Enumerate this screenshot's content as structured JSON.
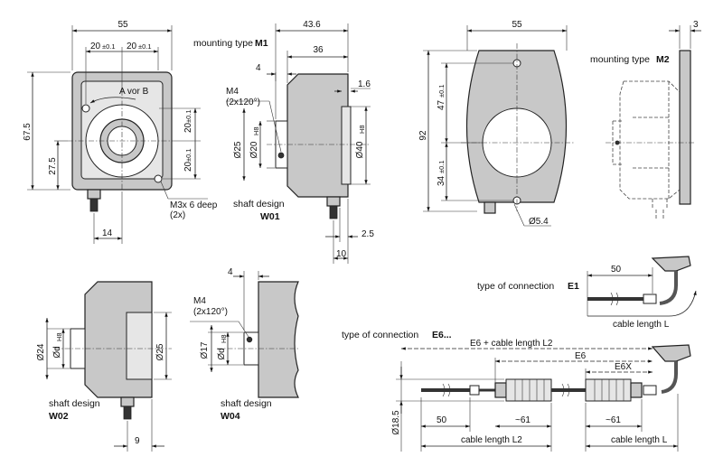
{
  "front": {
    "w55": "55",
    "w20a": "20",
    "t1": "±0.1",
    "w20b": "20",
    "t2": "±0.1",
    "h67": "67.5",
    "h27": "27.5",
    "h20a": "20",
    "t3": "±0.1",
    "h20b": "20",
    "t4": "±0.1",
    "w14": "14",
    "arrow": "A vor B",
    "m3a": "M3x 6 deep",
    "m3b": "(2x)"
  },
  "w01": {
    "mount_label": "mounting type",
    "mount_code": "M1",
    "d436": "43.6",
    "d36": "36",
    "d4": "4",
    "d16": "1.6",
    "m4a": "M4",
    "m4b": "(2x120°)",
    "d25": "25",
    "d20": "20",
    "h8a": "H8",
    "d40": "40",
    "h8b": "H8",
    "d25b": "2.5",
    "d10": "10",
    "phi": "Ø",
    "caption": "shaft design",
    "code": "W01"
  },
  "m2": {
    "w55": "55",
    "d3": "3",
    "h92": "92",
    "h47": "47",
    "t5": "±0.1",
    "h34": "34",
    "t6": "±0.1",
    "d54": "5.4",
    "mount_label": "mounting type",
    "mount_code": "M2"
  },
  "w02": {
    "d24": "24",
    "d": "d",
    "h8": "H8",
    "d25": "25",
    "d9": "9",
    "caption": "shaft design",
    "code": "W02"
  },
  "w04": {
    "d4": "4",
    "m4a": "M4",
    "m4b": "(2x120°)",
    "d17": "17",
    "d": "d",
    "h8": "H8",
    "caption": "shaft design",
    "code": "W04"
  },
  "e1": {
    "label": "type of connection",
    "code": "E1",
    "d50": "50",
    "cable": "cable length L"
  },
  "e6": {
    "label": "type of connection",
    "code": "E6...",
    "l2text": "E6 + cable length L2",
    "e6": "E6",
    "e6x": "E6X",
    "d185": "18.5",
    "d50": "50",
    "d61a": "~61",
    "d61b": "~61",
    "cable_l2": "cable length  L2",
    "cable_l": "cable length  L"
  }
}
